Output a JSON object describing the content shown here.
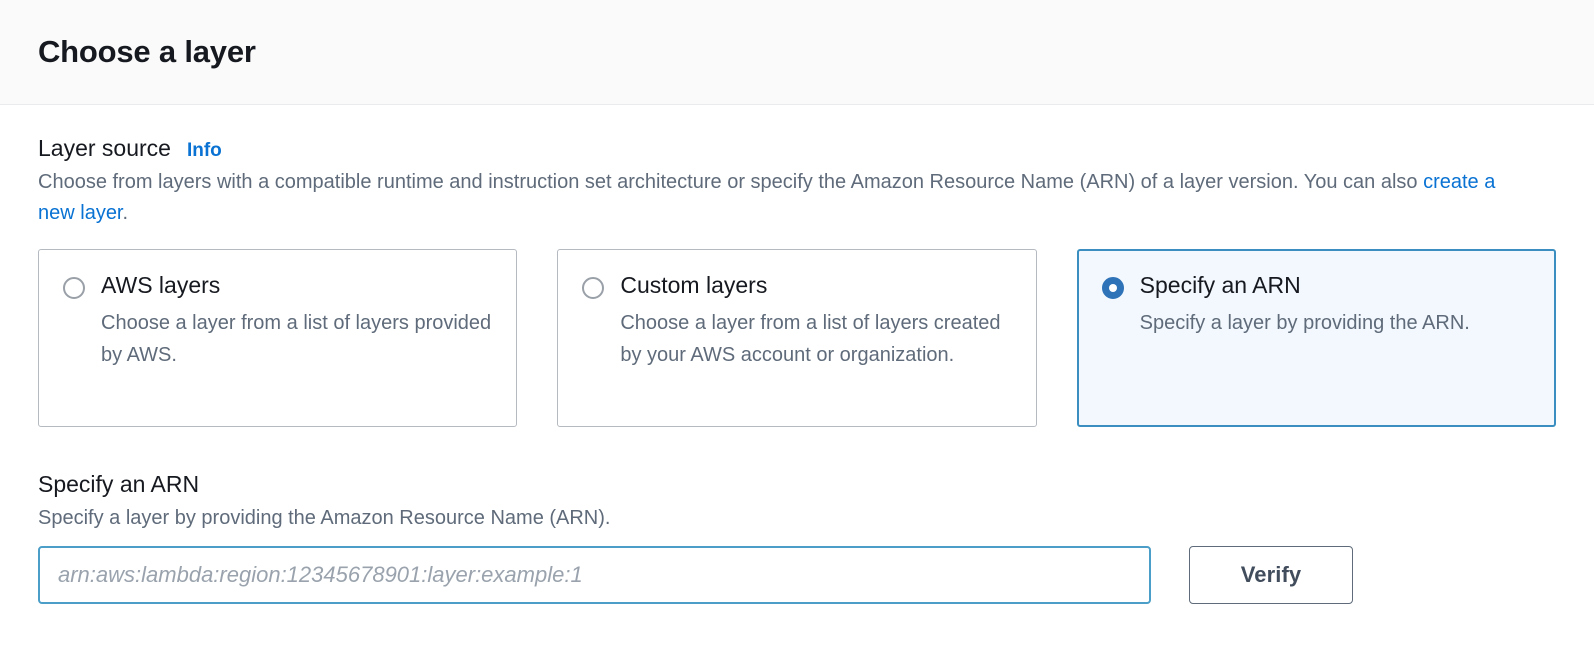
{
  "header": {
    "title": "Choose a layer"
  },
  "layer_source": {
    "label": "Layer source",
    "info_link": "Info",
    "description_part1": "Choose from layers with a compatible runtime and instruction set architecture or specify the Amazon Resource Name (ARN) of a layer version. You can also ",
    "description_link": "create a new layer",
    "description_part2": ".",
    "options": [
      {
        "title": "AWS layers",
        "description": "Choose a layer from a list of layers provided by AWS.",
        "selected": false
      },
      {
        "title": "Custom layers",
        "description": "Choose a layer from a list of layers created by your AWS account or organization.",
        "selected": false
      },
      {
        "title": "Specify an ARN",
        "description": "Specify a layer by providing the ARN.",
        "selected": true
      }
    ]
  },
  "arn_section": {
    "label": "Specify an ARN",
    "description": "Specify a layer by providing the Amazon Resource Name (ARN).",
    "input_value": "",
    "input_placeholder": "arn:aws:lambda:region:12345678901:layer:example:1",
    "verify_label": "Verify"
  },
  "colors": {
    "link": "#0972d3",
    "selected_border": "#3b8fc0",
    "selected_background": "#f2f8fd",
    "radio_selected": "#2e72b8",
    "input_focus_border": "#4a9ec7",
    "header_background": "#fafafa",
    "text_primary": "#16191f",
    "text_secondary": "#5f6b7a"
  }
}
